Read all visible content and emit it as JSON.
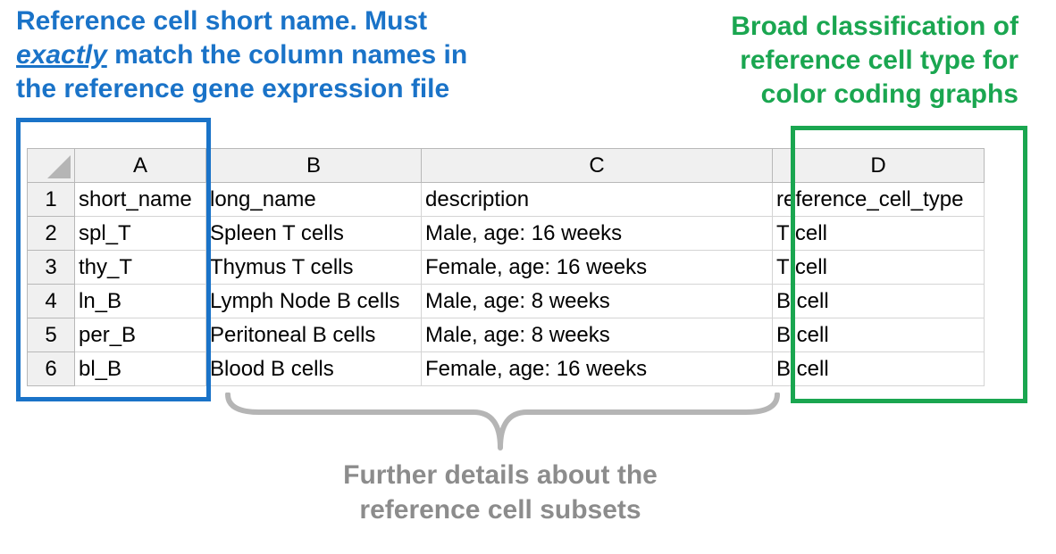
{
  "annotations": {
    "blue": {
      "line1": "Reference cell short name. Must",
      "line2_em": "exactly",
      "line2_rest": " match the column names in",
      "line3": "the reference gene expression file",
      "color": "#1a73c8"
    },
    "green": {
      "line1": "Broad classification of",
      "line2": "reference cell type for",
      "line3": "color coding graphs",
      "color": "#1aa650"
    },
    "gray": {
      "line1": "Further details about the",
      "line2": "reference cell subsets",
      "color": "#8c8c8c"
    }
  },
  "sheet": {
    "columns": [
      "A",
      "B",
      "C",
      "D"
    ],
    "rows": [
      {
        "num": "1",
        "cells": [
          "short_name",
          "long_name",
          "description",
          "reference_cell_type"
        ]
      },
      {
        "num": "2",
        "cells": [
          "spl_T",
          "Spleen T cells",
          "Male, age: 16 weeks",
          "T cell"
        ]
      },
      {
        "num": "3",
        "cells": [
          "thy_T",
          "Thymus T cells",
          "Female, age: 16 weeks",
          "T cell"
        ]
      },
      {
        "num": "4",
        "cells": [
          "ln_B",
          "Lymph Node B cells",
          "Male, age: 8 weeks",
          "B cell"
        ]
      },
      {
        "num": "5",
        "cells": [
          "per_B",
          "Peritoneal B cells",
          "Male, age: 8 weeks",
          "B cell"
        ]
      },
      {
        "num": "6",
        "cells": [
          "bl_B",
          "Blood B cells",
          "Female, age: 16 weeks",
          "B cell"
        ]
      }
    ]
  }
}
